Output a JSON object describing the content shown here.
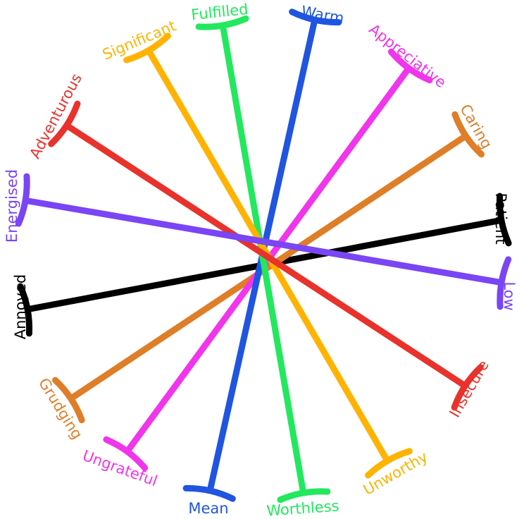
{
  "spokes": [
    {
      "pos": "Patient",
      "neg": "Annoyed",
      "color": "#000000"
    },
    {
      "pos": "Caring",
      "neg": "Grudging",
      "color": "#E07D27"
    },
    {
      "pos": "Appreciative",
      "neg": "Ungrateful",
      "color": "#F035EC"
    },
    {
      "pos": "Warm",
      "neg": "Mean",
      "color": "#1F55E0"
    },
    {
      "pos": "Fulfilled",
      "neg": "Worthless",
      "color": "#22E85E"
    },
    {
      "pos": "Significant",
      "neg": "Unworthy",
      "color": "#FFB300"
    },
    {
      "pos": "Adventurous",
      "neg": "Insecure",
      "color": "#E8322B"
    },
    {
      "pos": "Energised",
      "neg": "Low",
      "color": "#7A45F5"
    }
  ]
}
